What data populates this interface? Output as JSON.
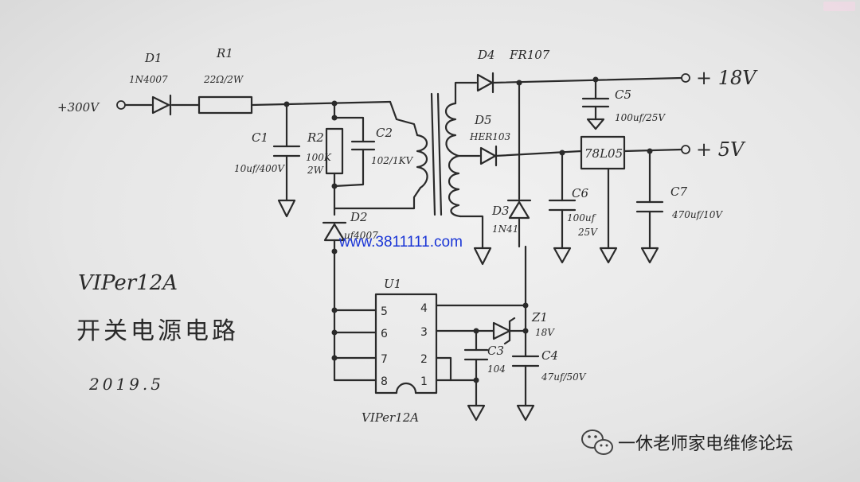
{
  "nets": {
    "in": "+300V",
    "out18": "+ 18V",
    "out5": "+ 5V"
  },
  "components": {
    "d1": {
      "ref": "D1",
      "value": "1N4007"
    },
    "r1": {
      "ref": "R1",
      "value": "22Ω/2W"
    },
    "c1": {
      "ref": "C1",
      "value": "10uf/400V"
    },
    "r2": {
      "ref": "R2",
      "value1": "100K",
      "value2": "2W"
    },
    "c2": {
      "ref": "C2",
      "value": "102/1KV"
    },
    "d2": {
      "ref": "D2",
      "value": "uf4007"
    },
    "d4": {
      "ref": "D4",
      "value": "FR107"
    },
    "d5": {
      "ref": "D5",
      "value": "HER103"
    },
    "c5": {
      "ref": "C5",
      "value": "100uf/25V"
    },
    "reg": {
      "ref": "78L05"
    },
    "c6": {
      "ref": "C6",
      "value1": "100uf",
      "value2": "25V"
    },
    "c7": {
      "ref": "C7",
      "value": "470uf/10V"
    },
    "d3": {
      "ref": "D3",
      "value": "1N41"
    },
    "u1": {
      "ref": "U1",
      "pins": [
        "5",
        "6",
        "7",
        "8",
        "4",
        "3",
        "2",
        "1"
      ],
      "part": "VIPer12A"
    },
    "z1": {
      "ref": "Z1",
      "value": "18V"
    },
    "c3": {
      "ref": "C3",
      "value": "104"
    },
    "c4": {
      "ref": "C4",
      "value": "47uf/50V"
    }
  },
  "caption": {
    "line1": "VIPer12A",
    "line2": "开关电源电路",
    "line3": "2019.5"
  },
  "watermark": {
    "url": "www.3811111.com",
    "brand": "一休老师家电维修论坛"
  },
  "colors": {
    "ink": "#2a2a2a",
    "watermark_url": "#1a35d6"
  }
}
